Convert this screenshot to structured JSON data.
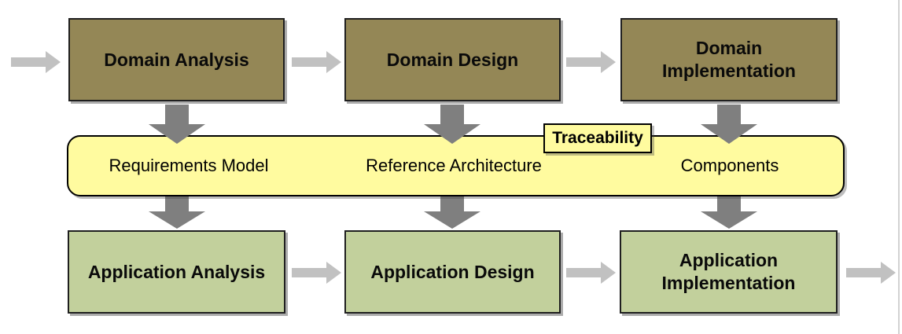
{
  "diagram": {
    "rows": {
      "domain": [
        {
          "label": "Domain Analysis"
        },
        {
          "label": "Domain Design"
        },
        {
          "label": "Domain Implementation"
        }
      ],
      "application": [
        {
          "label": "Application Analysis"
        },
        {
          "label": "Application Design"
        },
        {
          "label": "Application Implementation"
        }
      ]
    },
    "band": {
      "artifacts": [
        {
          "label": "Requirements Model"
        },
        {
          "label": "Reference Architecture"
        },
        {
          "label": "Components"
        }
      ],
      "tag": "Traceability"
    },
    "colors": {
      "domain_fill": "#948756",
      "application_fill": "#C2D09C",
      "band_fill": "#FFFB9F",
      "tag_fill": "#FFFB9F",
      "flow_arrow": "#C1C1C1",
      "down_arrow": "#7F7F7F",
      "box_border": "#1F1F1F",
      "band_border": "#000000"
    }
  }
}
